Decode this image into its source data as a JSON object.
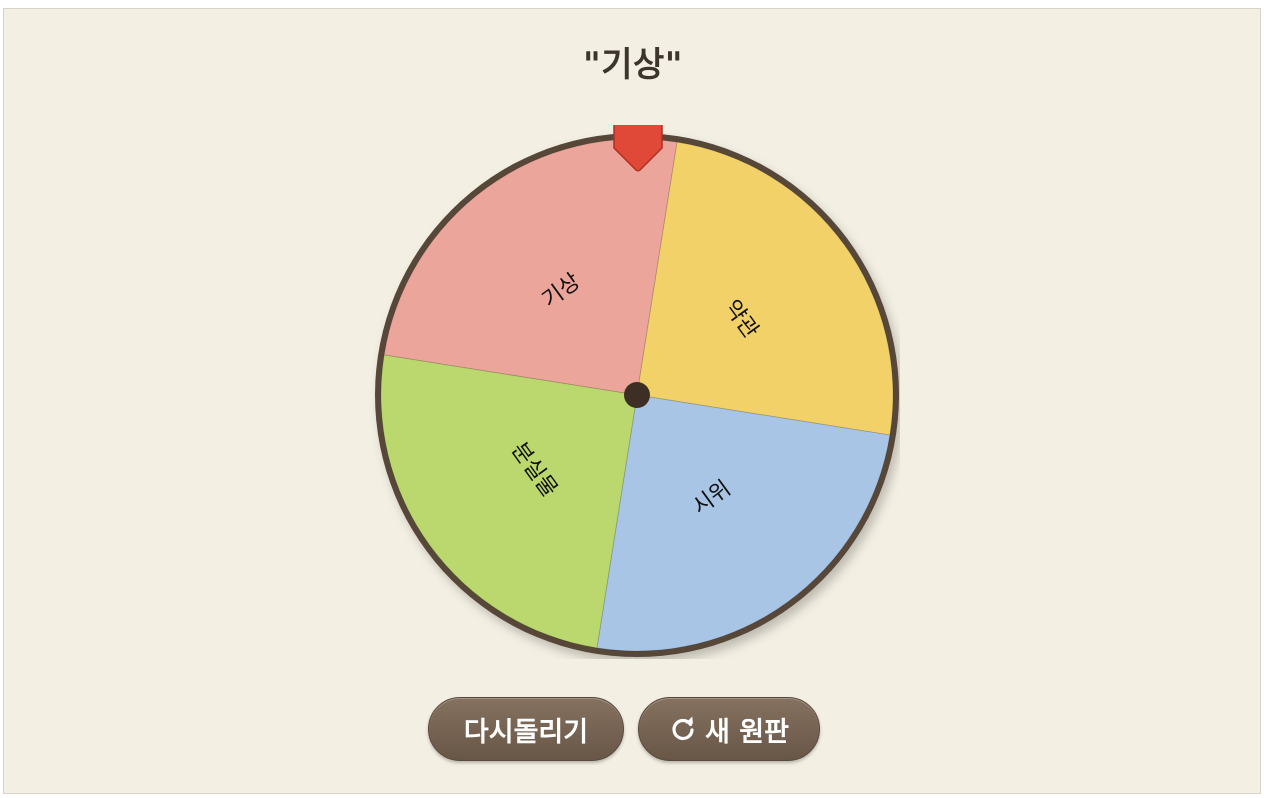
{
  "title": "\"기상\"",
  "wheel": {
    "segments": [
      {
        "label": "기상",
        "color": "#eca59b"
      },
      {
        "label": "약관",
        "color": "#f3d169"
      },
      {
        "label": "시위",
        "color": "#a8c5e6"
      },
      {
        "label": "분실물",
        "color": "#bbd86e"
      }
    ],
    "rim_color": "#564639",
    "hub_color": "#3e2f24",
    "pointer_color": "#e04838"
  },
  "buttons": {
    "respin_label": "다시돌리기",
    "new_label": "새 원판",
    "new_icon": "refresh-icon"
  }
}
